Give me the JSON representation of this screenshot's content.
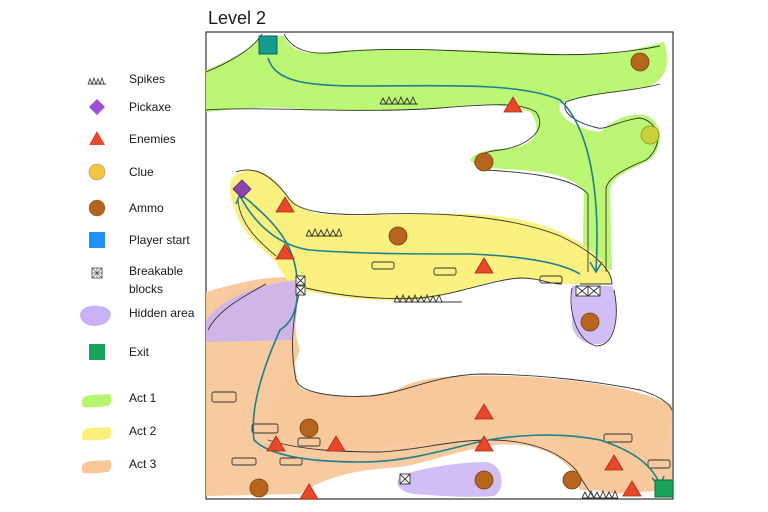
{
  "title": "Level 2",
  "legend": [
    {
      "key": "spikes",
      "label": "Spikes",
      "icon": "spikes-icon",
      "color": "#444444"
    },
    {
      "key": "pickaxe",
      "label": "Pickaxe",
      "icon": "diamond-icon",
      "color": "#9b4fd6"
    },
    {
      "key": "enemies",
      "label": "Enemies",
      "icon": "triangle-icon",
      "color": "#e8482a"
    },
    {
      "key": "clue",
      "label": "Clue",
      "icon": "circle-icon",
      "color": "#f5c542"
    },
    {
      "key": "ammo",
      "label": "Ammo",
      "icon": "circle-icon",
      "color": "#b5651d"
    },
    {
      "key": "player_start",
      "label": "Player start",
      "icon": "square-icon",
      "color": "#1e90ff"
    },
    {
      "key": "breakable",
      "label": "Breakable\nblocks",
      "icon": "breakable-block-icon",
      "color": "#555555"
    },
    {
      "key": "hidden",
      "label": "Hidden area",
      "icon": "blob-icon",
      "color": "#c9b3f5"
    },
    {
      "key": "exit",
      "label": "Exit",
      "icon": "square-icon",
      "color": "#1aa35a"
    },
    {
      "key": "act1",
      "label": "Act 1",
      "icon": "brush-swatch-icon",
      "color": "#b8f56e"
    },
    {
      "key": "act2",
      "label": "Act 2",
      "icon": "brush-swatch-icon",
      "color": "#fbf07a"
    },
    {
      "key": "act3",
      "label": "Act 3",
      "icon": "brush-swatch-icon",
      "color": "#f8c79a"
    }
  ],
  "colors": {
    "act1": "#b8f56e",
    "act2": "#fbf07a",
    "act3": "#f8c79a",
    "hidden": "#c9b3f5",
    "path": "#1f7f8c",
    "outline": "#333333",
    "start_square": "#169c8e",
    "exit_square": "#1aa35a"
  }
}
